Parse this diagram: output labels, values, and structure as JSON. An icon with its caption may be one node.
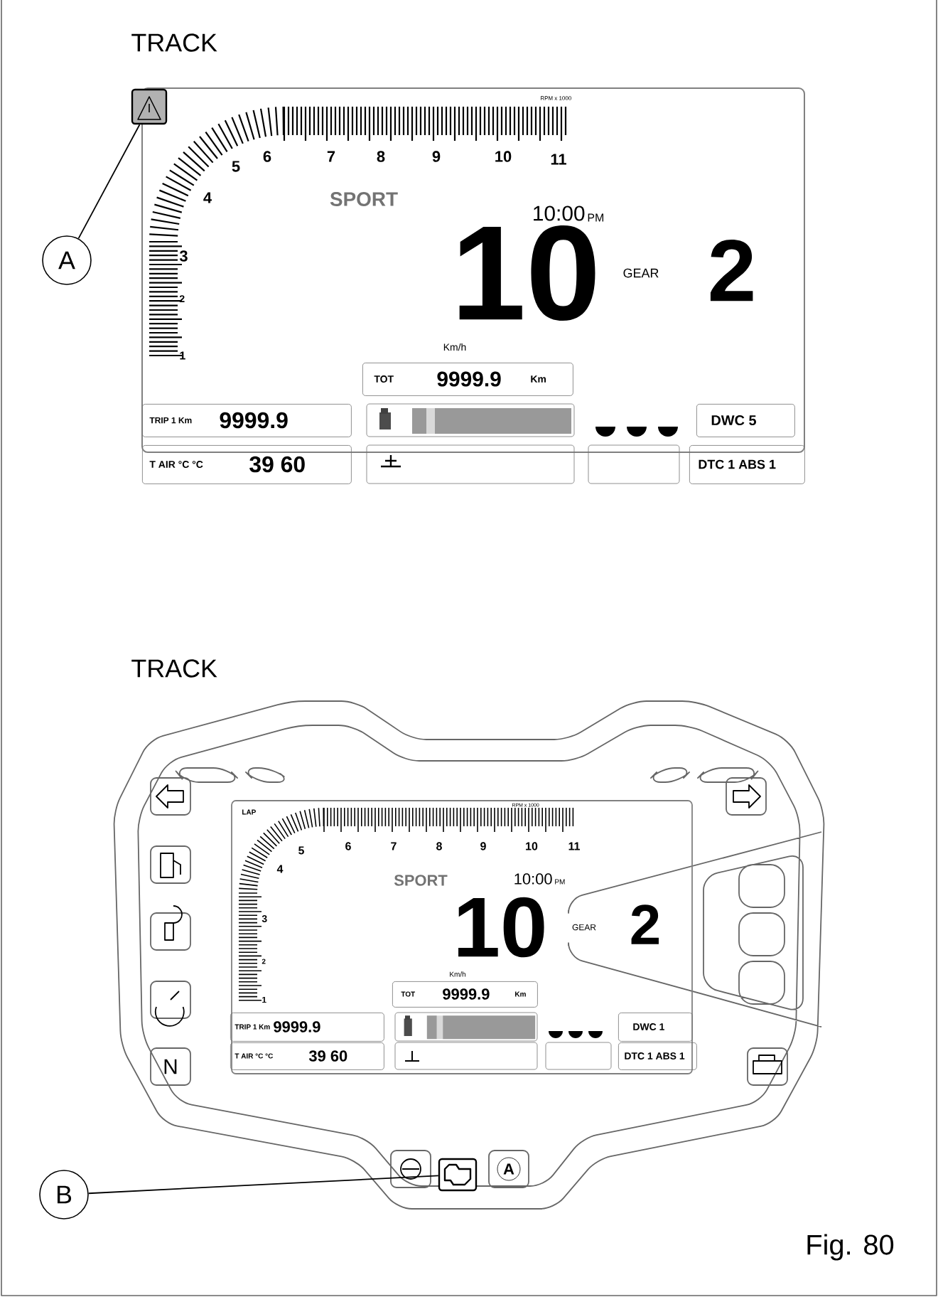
{
  "diagram": {
    "nodes": [
      {
        "text": [
          "A"
        ]
      },
      {
        "text": [],
        "shape": "box"
      },
      {
        "text": [
          "TOT",
          "9999.9",
          "Km"
        ]
      },
      {
        "text": [
          "TRIP 1 Km",
          "9999.9"
        ]
      },
      {
        "text": [
          "DWC 5"
        ]
      },
      {
        "text": [
          "T AIR °C °C",
          "39 60"
        ]
      },
      {
        "text": [
          "DTC 1 ABS 1"
        ]
      },
      {
        "text": [
          "TOT",
          "9999.9",
          "Km"
        ]
      },
      {
        "text": [
          "TRIP 1 Km",
          "9999.9"
        ]
      },
      {
        "text": [
          "DWC 1"
        ]
      },
      {
        "text": [
          "T AIR °C °C",
          "39 60"
        ]
      },
      {
        "text": [
          "DTC 1 ABS 1"
        ]
      },
      {
        "text": [],
        "shape": "box"
      },
      {
        "text": [
          "B"
        ]
      }
    ],
    "edges": [
      {
        "from": 0,
        "to": 1,
        "arrow": "none"
      },
      {
        "from": 13,
        "to": 12,
        "arrow": "none"
      }
    ],
    "labels": [
      "TRACK",
      "RPM x 1000",
      "1",
      "2",
      "3",
      "4",
      "5",
      "6",
      "7",
      "8",
      "9",
      "10",
      "11",
      "SPORT",
      "10:00",
      "PM",
      "10",
      "GEAR",
      "2",
      "Km/h",
      "TRACK",
      "LAP",
      "RPM x 1000",
      "1",
      "2",
      "3",
      "4",
      "5",
      "6",
      "7",
      "8",
      "9",
      "10",
      "11",
      "SPORT",
      "10:00",
      "PM",
      "10",
      "GEAR",
      "2",
      "Km/h",
      "N",
      "A",
      "Fig. 80"
    ]
  }
}
